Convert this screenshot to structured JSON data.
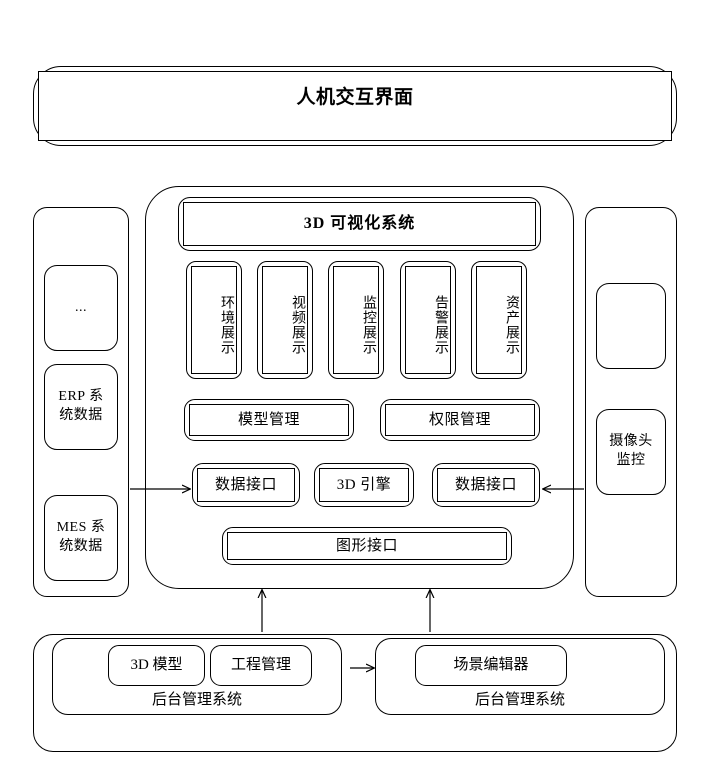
{
  "diagram": {
    "title_box": {
      "label": "人机交互界面"
    },
    "center": {
      "visualization_header": "3D 可视化系统",
      "display_cards": [
        {
          "label": "环境展示"
        },
        {
          "label": "视频展示"
        },
        {
          "label": "监控展示"
        },
        {
          "label": "告警展示"
        },
        {
          "label": "资产展示"
        }
      ],
      "management_row": [
        {
          "label": "模型管理"
        },
        {
          "label": "权限管理"
        }
      ],
      "interface_row": [
        {
          "label": "数据接口"
        },
        {
          "label": "3D 引擎"
        },
        {
          "label": "数据接口"
        }
      ],
      "graphics_interface": "图形接口"
    },
    "left_column": {
      "items": [
        {
          "label": "..."
        },
        {
          "label": "ERP 系\n统数据"
        },
        {
          "label": "MES 系\n统数据"
        }
      ]
    },
    "right_column": {
      "items": [
        {
          "label": ""
        },
        {
          "label": "摄像头\n监控"
        }
      ]
    },
    "bottom": {
      "left_panel": {
        "label": "后台管理系统",
        "items": [
          {
            "label": "3D 模型"
          },
          {
            "label": "工程管理"
          }
        ]
      },
      "right_panel": {
        "label": "后台管理系统",
        "items": [
          {
            "label": "场景编辑器"
          }
        ]
      }
    },
    "connectors": [
      {
        "name": "erp-mes-to-data-interface",
        "direction": "right"
      },
      {
        "name": "camera-to-data-interface",
        "direction": "left"
      },
      {
        "name": "backend-left-to-center",
        "direction": "up"
      },
      {
        "name": "backend-right-to-center",
        "direction": "up"
      },
      {
        "name": "backend-left-to-backend-right",
        "direction": "right"
      }
    ],
    "colors": {
      "stroke": "#000000",
      "background": "#ffffff"
    }
  }
}
